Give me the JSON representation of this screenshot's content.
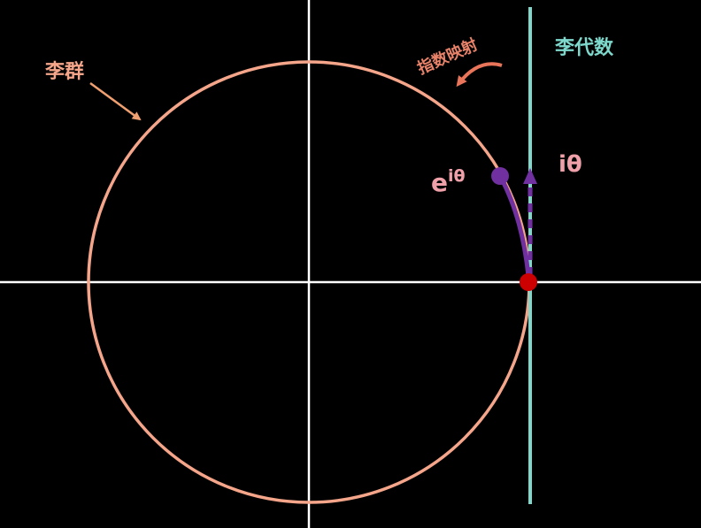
{
  "labels": {
    "lie_group": "李群",
    "lie_algebra": "李代数",
    "exp_map": "指数映射",
    "exp_base": "e",
    "exp_power": "iθ",
    "tangent_label": "iθ"
  },
  "colors": {
    "background": "#000000",
    "axes": "#ffffff",
    "circle": "#f4a58a",
    "lie_group_text": "#f4a58a",
    "lie_algebra_text": "#7fd8cc",
    "tangent_line": "#7fd8cc",
    "exp_map_text": "#e8836a",
    "exp_map_arrow": "#e8745a",
    "pointer_arrow": "#f0a070",
    "arc_path": "#7030a0",
    "point_on_circle": "#7030a0",
    "identity_point": "#cc0000",
    "exp_label_text": "#f0a0a8",
    "tangent_label_text": "#f0a0a8"
  },
  "icons": {
    "pointer": "arrow-icon",
    "curved": "curved-arrow-icon"
  }
}
